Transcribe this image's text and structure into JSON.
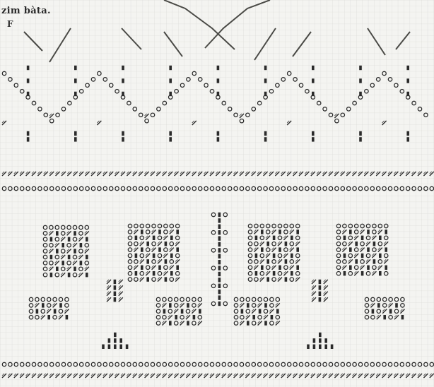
{
  "caption": "zim bàta.",
  "corner_mark": "F",
  "colors": {
    "paper": "#f4f4f1",
    "grid": "#d6d6d2",
    "ink": "#2b2b2b",
    "ink_light": "#6a6a66"
  },
  "symbols": [
    "ring-stitch",
    "bar-stitch",
    "diagonal-stitch"
  ]
}
